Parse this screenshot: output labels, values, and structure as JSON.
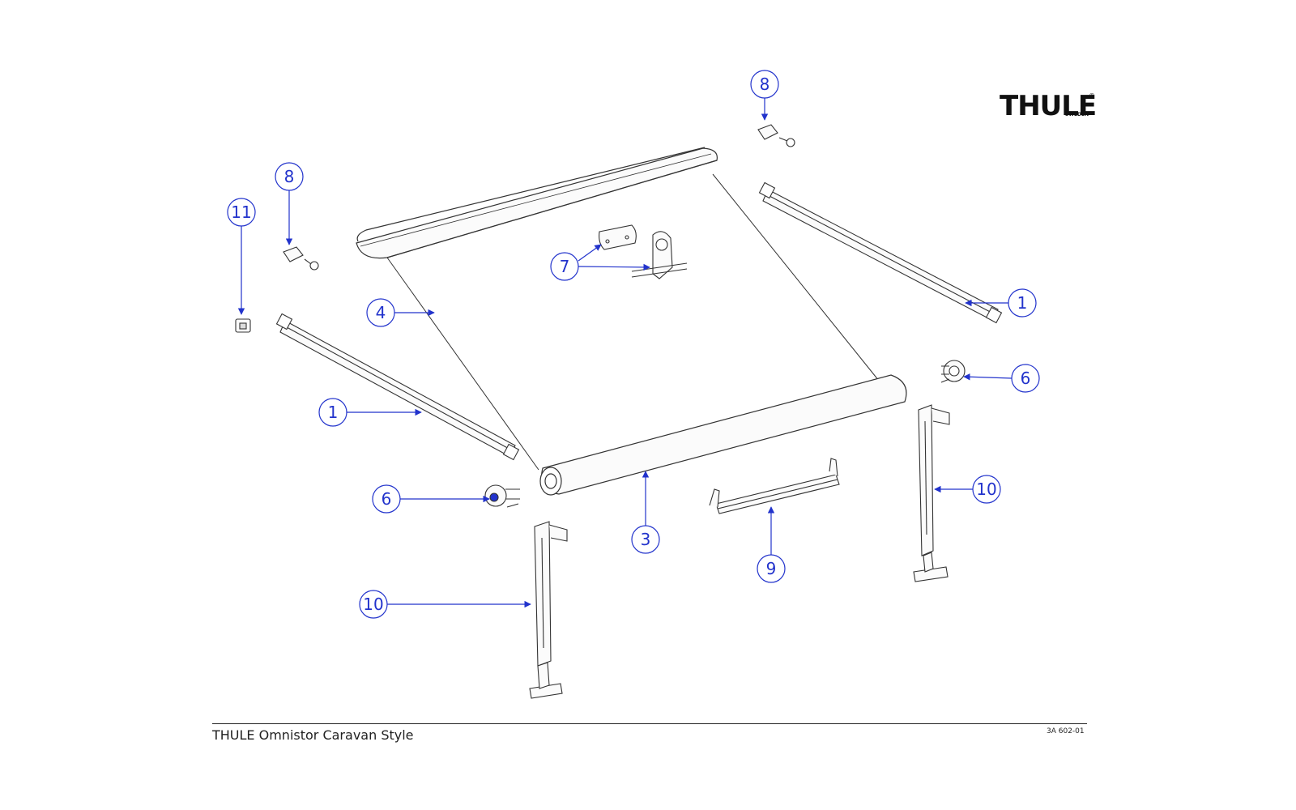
{
  "brand": {
    "logo_text": "THULE",
    "logo_sub": "SWEDEN",
    "logo_reg": "®"
  },
  "footer": {
    "title": "THULE Omnistor Caravan Style",
    "code": "3A 602-01"
  },
  "colors": {
    "callout": "#2233cc",
    "line": "#333333"
  },
  "callouts": [
    {
      "id": "c8-top",
      "num": "8"
    },
    {
      "id": "c8-left",
      "num": "8"
    },
    {
      "id": "c11",
      "num": "11"
    },
    {
      "id": "c7",
      "num": "7"
    },
    {
      "id": "c4",
      "num": "4"
    },
    {
      "id": "c1-right",
      "num": "1"
    },
    {
      "id": "c1-left",
      "num": "1"
    },
    {
      "id": "c6-right",
      "num": "6"
    },
    {
      "id": "c6-left",
      "num": "6"
    },
    {
      "id": "c10-right",
      "num": "10"
    },
    {
      "id": "c10-left",
      "num": "10"
    },
    {
      "id": "c3",
      "num": "3"
    },
    {
      "id": "c9",
      "num": "9"
    }
  ]
}
